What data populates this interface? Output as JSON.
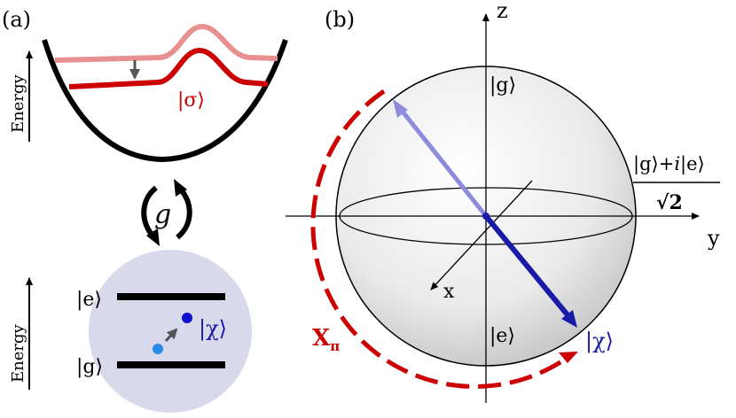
{
  "panel_a": {
    "label": "(a)",
    "energy_label_top": "Energy",
    "energy_label_bottom": "Energy",
    "sigma_label": "|σ⟩",
    "coupling_label": "g",
    "excited_label": "|e⟩",
    "ground_label": "|g⟩",
    "chi_label": "|χ⟩"
  },
  "panel_b": {
    "label": "(b)",
    "axis_z": "z",
    "axis_y": "y",
    "axis_x": "x",
    "north_label": "|g⟩",
    "south_label": "|e⟩",
    "equator_numerator": "|g⟩+",
    "equator_i": "i",
    "equator_e": "|e⟩",
    "equator_denominator": "√2",
    "chi_label": "|χ⟩",
    "rotation_label_main": "X",
    "rotation_label_sub": "π"
  },
  "colors": {
    "red": "#cc0000",
    "light_red": "#e89090",
    "blue": "#1a1aa8",
    "light_blue": "#8c8cdc",
    "circle_fill": "#d9d9ec",
    "dot_blue": "#1010d0",
    "dot_light_blue": "#2a8ce8"
  }
}
